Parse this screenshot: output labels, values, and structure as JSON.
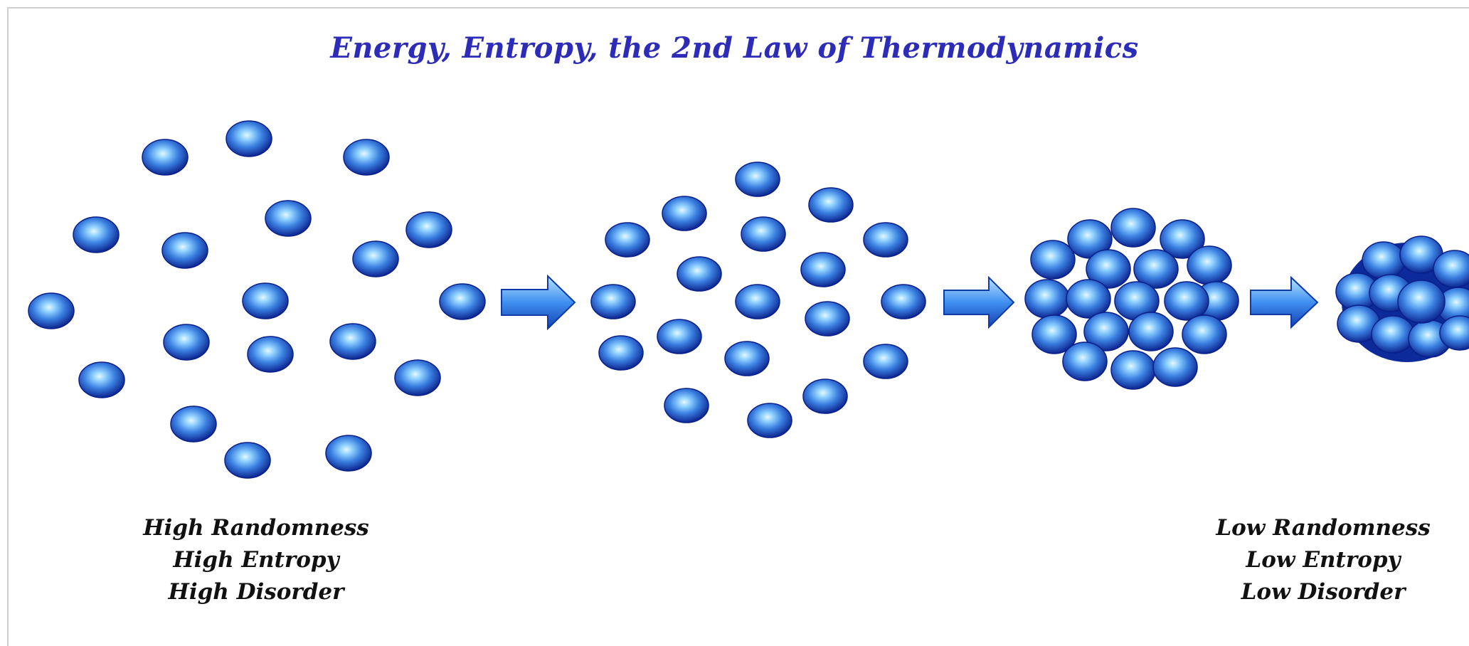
{
  "title": "Energy, Entropy, the 2nd Law of Thermodynamics",
  "left_labels": [
    "High Randomness",
    "High Entropy",
    "High Disorder"
  ],
  "right_labels": [
    "Low Randomness",
    "Low Entropy",
    "Low Disorder"
  ],
  "colors": {
    "title": "#2c2cb8",
    "particle_light": "#d8f4ff",
    "particle_mid": "#3a7fe0",
    "particle_dark": "#0a1f8a",
    "arrow_light": "#8fd0ff",
    "arrow_dark": "#1e50c8"
  },
  "icons": [
    "particle-icon",
    "right-arrow-icon"
  ]
}
